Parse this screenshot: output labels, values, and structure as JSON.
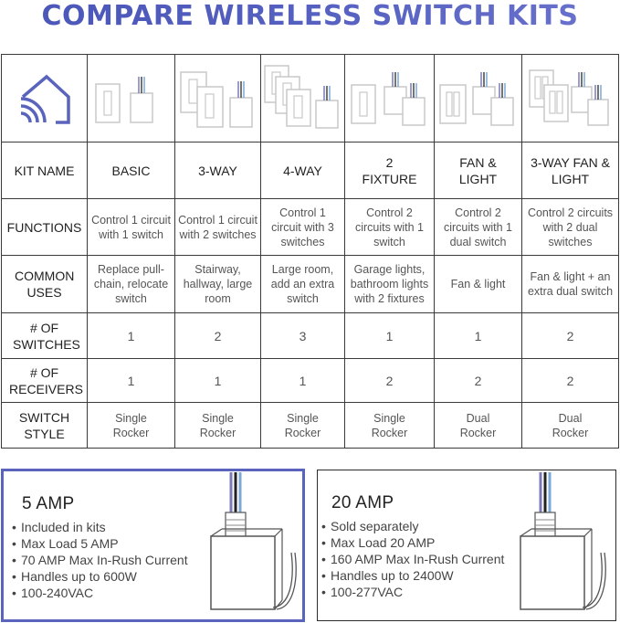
{
  "title": "COMPARE WIRELESS SWITCH KITS",
  "colors": {
    "title": "#5560c0",
    "accent_border": "#5a64bd",
    "logo": "#5a64bd"
  },
  "icons": [
    "home-wireless-logo-icon",
    "switch-receiver-kit-icon"
  ],
  "table": {
    "row_headers": [
      "KIT NAME",
      "FUNCTIONS",
      "COMMON USES",
      "# OF SWITCHES",
      "# OF RECEIVERS",
      "SWITCH STYLE"
    ],
    "kits": [
      {
        "name": "BASIC",
        "functions": "Control 1 circuit with 1 switch",
        "uses": "Replace pull-chain, relocate switch",
        "switches": "1",
        "receivers": "1",
        "style": "Single Rocker"
      },
      {
        "name": "3-WAY",
        "functions": "Control 1 circuit with 2 switches",
        "uses": "Stairway, hallway, large room",
        "switches": "2",
        "receivers": "1",
        "style": "Single Rocker"
      },
      {
        "name": "4-WAY",
        "functions": "Control 1 circuit with 3 switches",
        "uses": "Large room, add an extra switch",
        "switches": "3",
        "receivers": "1",
        "style": "Single Rocker"
      },
      {
        "name": "2 FIXTURE",
        "functions": "Control 2 circuits with 1 switch",
        "uses": "Garage lights, bathroom lights with 2 fixtures",
        "switches": "1",
        "receivers": "2",
        "style": "Single Rocker"
      },
      {
        "name": "FAN & LIGHT",
        "functions": "Control 2 circuits with 1 dual switch",
        "uses": "Fan & light",
        "switches": "1",
        "receivers": "2",
        "style": "Dual Rocker"
      },
      {
        "name": "3-WAY FAN & LIGHT",
        "functions": "Control 2 circuits with 2 dual switches",
        "uses": "Fan & light + an extra dual switch",
        "switches": "2",
        "receivers": "2",
        "style": "Dual Rocker"
      }
    ]
  },
  "receivers": [
    {
      "title": "5 AMP",
      "features": [
        "Included in kits",
        "Max Load 5 AMP",
        "70 AMP Max In-Rush Current",
        "Handles up to 600W",
        "100-240VAC"
      ]
    },
    {
      "title": "20 AMP",
      "features": [
        "Sold separately",
        "Max Load 20 AMP",
        "160 AMP Max In-Rush Current",
        "Handles up to 2400W",
        "100-277VAC"
      ]
    }
  ]
}
